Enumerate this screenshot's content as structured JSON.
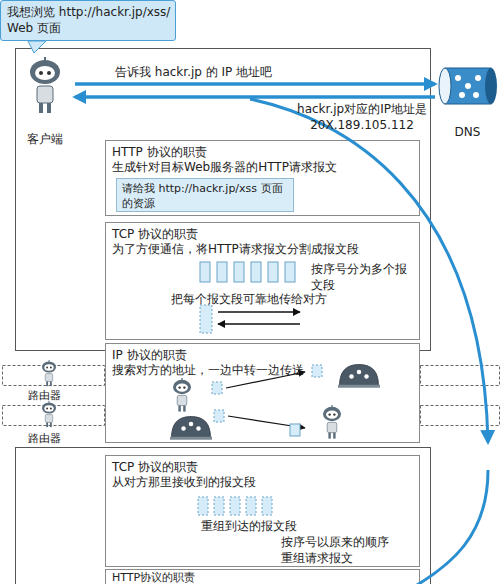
{
  "diagram": {
    "nodes": [
      {
        "text": [
          "我想浏览 http://hackr.jp/xss/ Web 页面"
        ]
      },
      {
        "text": [
          "客户端"
        ]
      },
      {
        "text": [
          "DNS"
        ]
      },
      {
        "text": [
          "HTTP 协议的职责",
          "生成针对目标Web服务器的HTTP请求报文"
        ]
      },
      {
        "text": [
          "请给我 http://hackr.jp/xss 页面的资源"
        ],
        "in": 3
      },
      {
        "text": [
          "TCP 协议的职责",
          "为了方便通信，将HTTP请求报文分割成报文段",
          "按序号分为多个报文段",
          "把每个报文段可靠地传给对方"
        ]
      },
      {
        "text": [
          "IP 协议的职责",
          "搜索对方的地址，一边中转一边传送"
        ]
      },
      {
        "text": [
          "TCP 协议的职责",
          "从对方那里接收到的报文段",
          "重组到达的报文段",
          "按序号以原来的顺序重组请求报文"
        ]
      },
      {
        "text": [
          "HTTP协议的职责"
        ]
      }
    ],
    "edges": [
      {
        "from": 1,
        "to": 2,
        "label": "告诉我 hackr.jp 的 IP 地址吧",
        "arrow": "to"
      },
      {
        "from": 2,
        "to": 1,
        "label": "hackr.jp对应的IP地址是 20X.189.105.112",
        "arrow": "to"
      }
    ],
    "labels": [
      "路由器",
      "路由器"
    ]
  }
}
